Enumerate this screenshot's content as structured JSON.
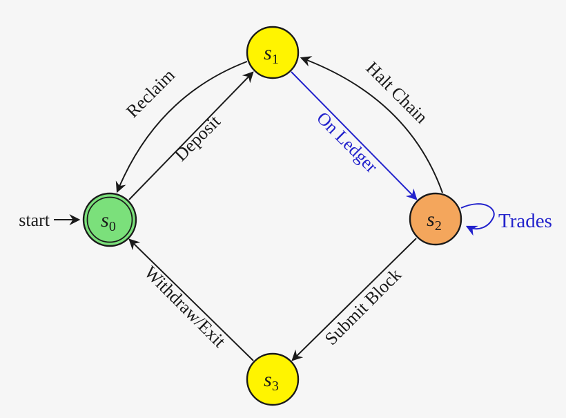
{
  "diagram": {
    "type": "state-machine",
    "background": "#f6f6f6",
    "colors": {
      "edge_black": "#1a1a1a",
      "accent_blue": "#2222cc",
      "state_green": "#7be07b",
      "state_yellow": "#fff400",
      "state_orange": "#f4a65c"
    },
    "start_label": "start",
    "states": [
      {
        "id": "s0",
        "symbol": "s",
        "subscript": "0",
        "fill": "#7be07b",
        "accepting": true,
        "position": "left"
      },
      {
        "id": "s1",
        "symbol": "s",
        "subscript": "1",
        "fill": "#fff400",
        "accepting": false,
        "position": "top"
      },
      {
        "id": "s2",
        "symbol": "s",
        "subscript": "2",
        "fill": "#f4a65c",
        "accepting": false,
        "position": "right"
      },
      {
        "id": "s3",
        "symbol": "s",
        "subscript": "3",
        "fill": "#fff400",
        "accepting": false,
        "position": "bottom"
      }
    ],
    "transitions": [
      {
        "from": "s0",
        "to": "s1",
        "label": "Deposit",
        "color": "#1a1a1a",
        "style": "straight"
      },
      {
        "from": "s1",
        "to": "s0",
        "label": "Reclaim",
        "color": "#1a1a1a",
        "style": "curved"
      },
      {
        "from": "s1",
        "to": "s2",
        "label": "On Ledger",
        "color": "#2222cc",
        "style": "straight"
      },
      {
        "from": "s2",
        "to": "s1",
        "label": "Halt Chain",
        "color": "#1a1a1a",
        "style": "curved"
      },
      {
        "from": "s2",
        "to": "s2",
        "label": "Trades",
        "color": "#2222cc",
        "style": "self-loop"
      },
      {
        "from": "s2",
        "to": "s3",
        "label": "Submit Block",
        "color": "#1a1a1a",
        "style": "straight"
      },
      {
        "from": "s3",
        "to": "s0",
        "label": "Withdraw/Exit",
        "color": "#1a1a1a",
        "style": "straight"
      }
    ]
  }
}
